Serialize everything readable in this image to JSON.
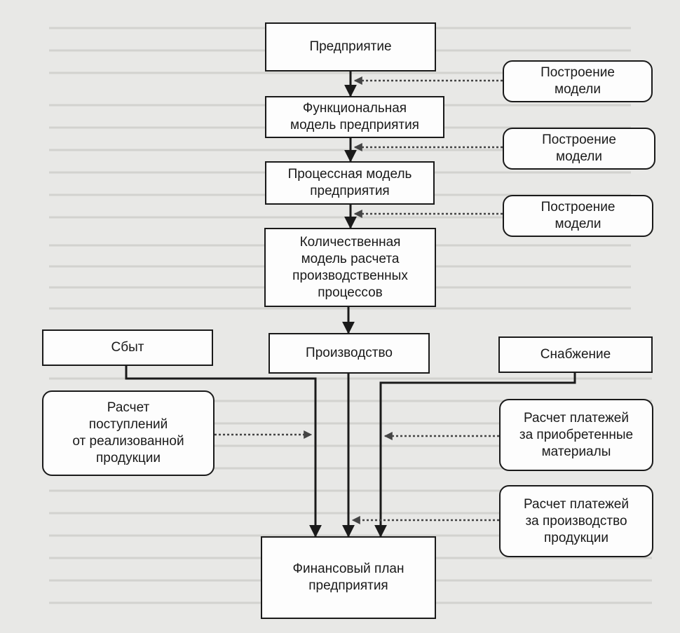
{
  "diagram": {
    "nodes": {
      "enterprise": "Предприятие",
      "functional_model": "Функциональная\nмодель предприятия",
      "process_model": "Процессная модель\nпредприятия",
      "quantitative_model": "Количественная\nмодель расчета\nпроизводственных\nпроцессов",
      "sales": "Сбыт",
      "production": "Производство",
      "supply": "Снабжение",
      "financial_plan": "Финансовый план\nпредприятия"
    },
    "annotations": {
      "build_model_1": "Построение\nмодели",
      "build_model_2": "Построение\nмодели",
      "build_model_3": "Построение\nмодели",
      "revenue_calc": "Расчет\nпоступлений\nот реализованной\nпродукции",
      "materials_payments": "Расчет платежей\nза приобретенные\nматериалы",
      "production_payments": "Расчет платежей\nза производство\nпродукции"
    }
  }
}
